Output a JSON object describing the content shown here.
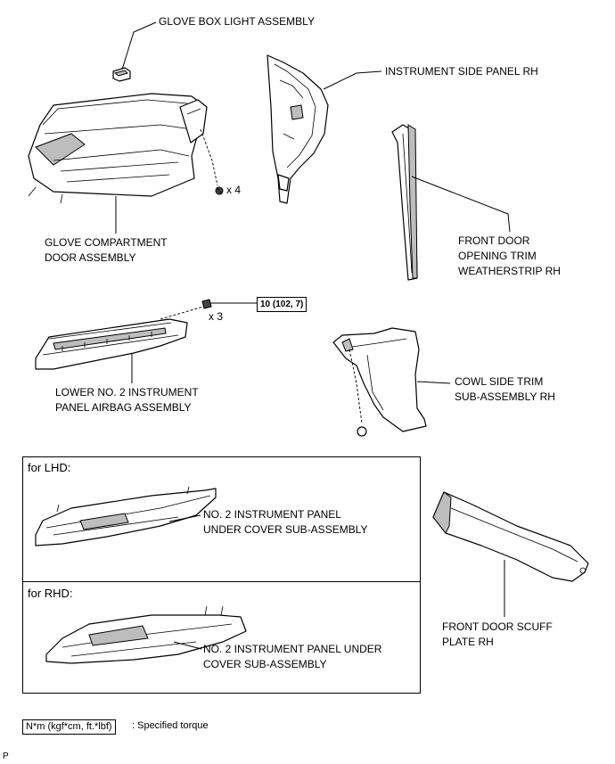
{
  "labels": {
    "glove_box_light": "GLOVE BOX LIGHT ASSEMBLY",
    "instrument_side_panel": "INSTRUMENT SIDE PANEL RH",
    "glove_compartment_door_1": "GLOVE COMPARTMENT",
    "glove_compartment_door_2": "DOOR ASSEMBLY",
    "weatherstrip_1": "FRONT DOOR",
    "weatherstrip_2": "OPENING TRIM",
    "weatherstrip_3": "WEATHERSTRIP RH",
    "lower_airbag_1": "LOWER NO. 2 INSTRUMENT",
    "lower_airbag_2": "PANEL AIRBAG ASSEMBLY",
    "cowl_side_1": "COWL SIDE TRIM",
    "cowl_side_2": "SUB-ASSEMBLY RH",
    "scuff_plate_1": "FRONT DOOR SCUFF",
    "scuff_plate_2": "PLATE RH"
  },
  "fasteners": {
    "screws_count": "x 4",
    "bolts_count": "x 3",
    "torque": "10 (102, 7)"
  },
  "lhd_panel": {
    "heading": "for LHD:",
    "part_1": "NO. 2 INSTRUMENT PANEL",
    "part_2": "UNDER COVER SUB-ASSEMBLY"
  },
  "rhd_panel": {
    "heading": "for RHD:",
    "part_1": "NO. 2 INSTRUMENT PANEL UNDER",
    "part_2": "COVER SUB-ASSEMBLY"
  },
  "legend": {
    "unit_box": "N*m (kgf*cm, ft.*lbf)",
    "description": ": Specified torque"
  },
  "footer_mark": "P"
}
